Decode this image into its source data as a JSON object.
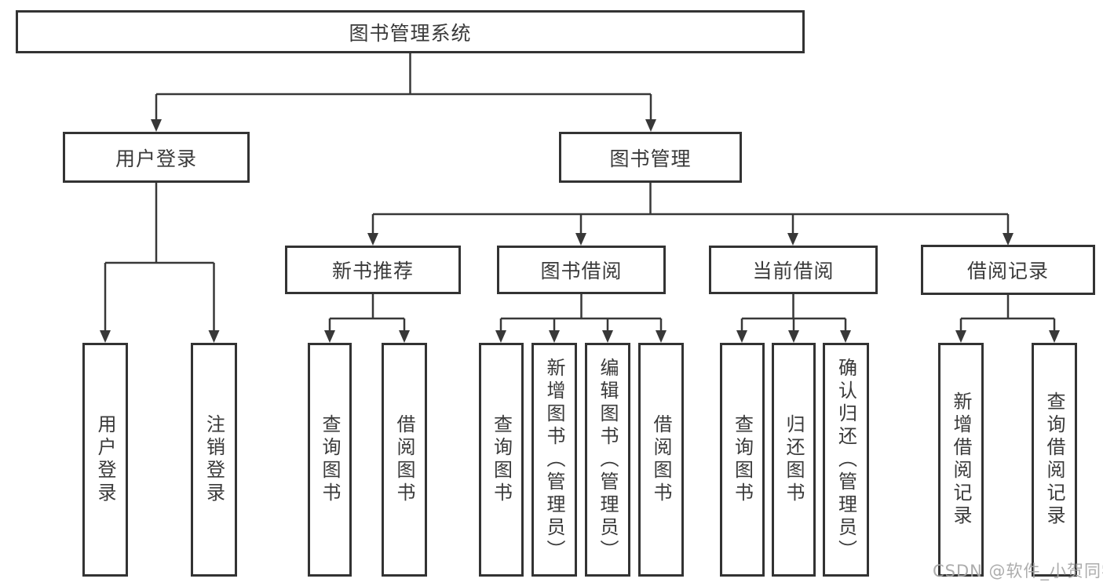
{
  "nodes": {
    "root": "图书管理系统",
    "login": "用户登录",
    "mgmt": "图书管理",
    "newbook": "新书推荐",
    "borrow": "图书借阅",
    "current": "当前借阅",
    "records": "借阅记录"
  },
  "leaves": {
    "login_user": "用户登录",
    "login_logout": "注销登录",
    "newbook_query": "查询图书",
    "newbook_borrow": "借阅图书",
    "borrow_query": "查询图书",
    "borrow_add": "新增图书（管理员）",
    "borrow_edit": "编辑图书（管理员）",
    "borrow_lend": "借阅图书",
    "current_query": "查询图书",
    "current_return": "归还图书",
    "current_confirm": "确认归还（管理员）",
    "records_add": "新增借阅记录",
    "records_query": "查询借阅记录"
  },
  "watermark": "CSDN @软件_小贺同学",
  "colors": {
    "line": "#383838",
    "border": "#333333",
    "text": "#3a3a3a",
    "watermark": "#a5a5a5"
  }
}
